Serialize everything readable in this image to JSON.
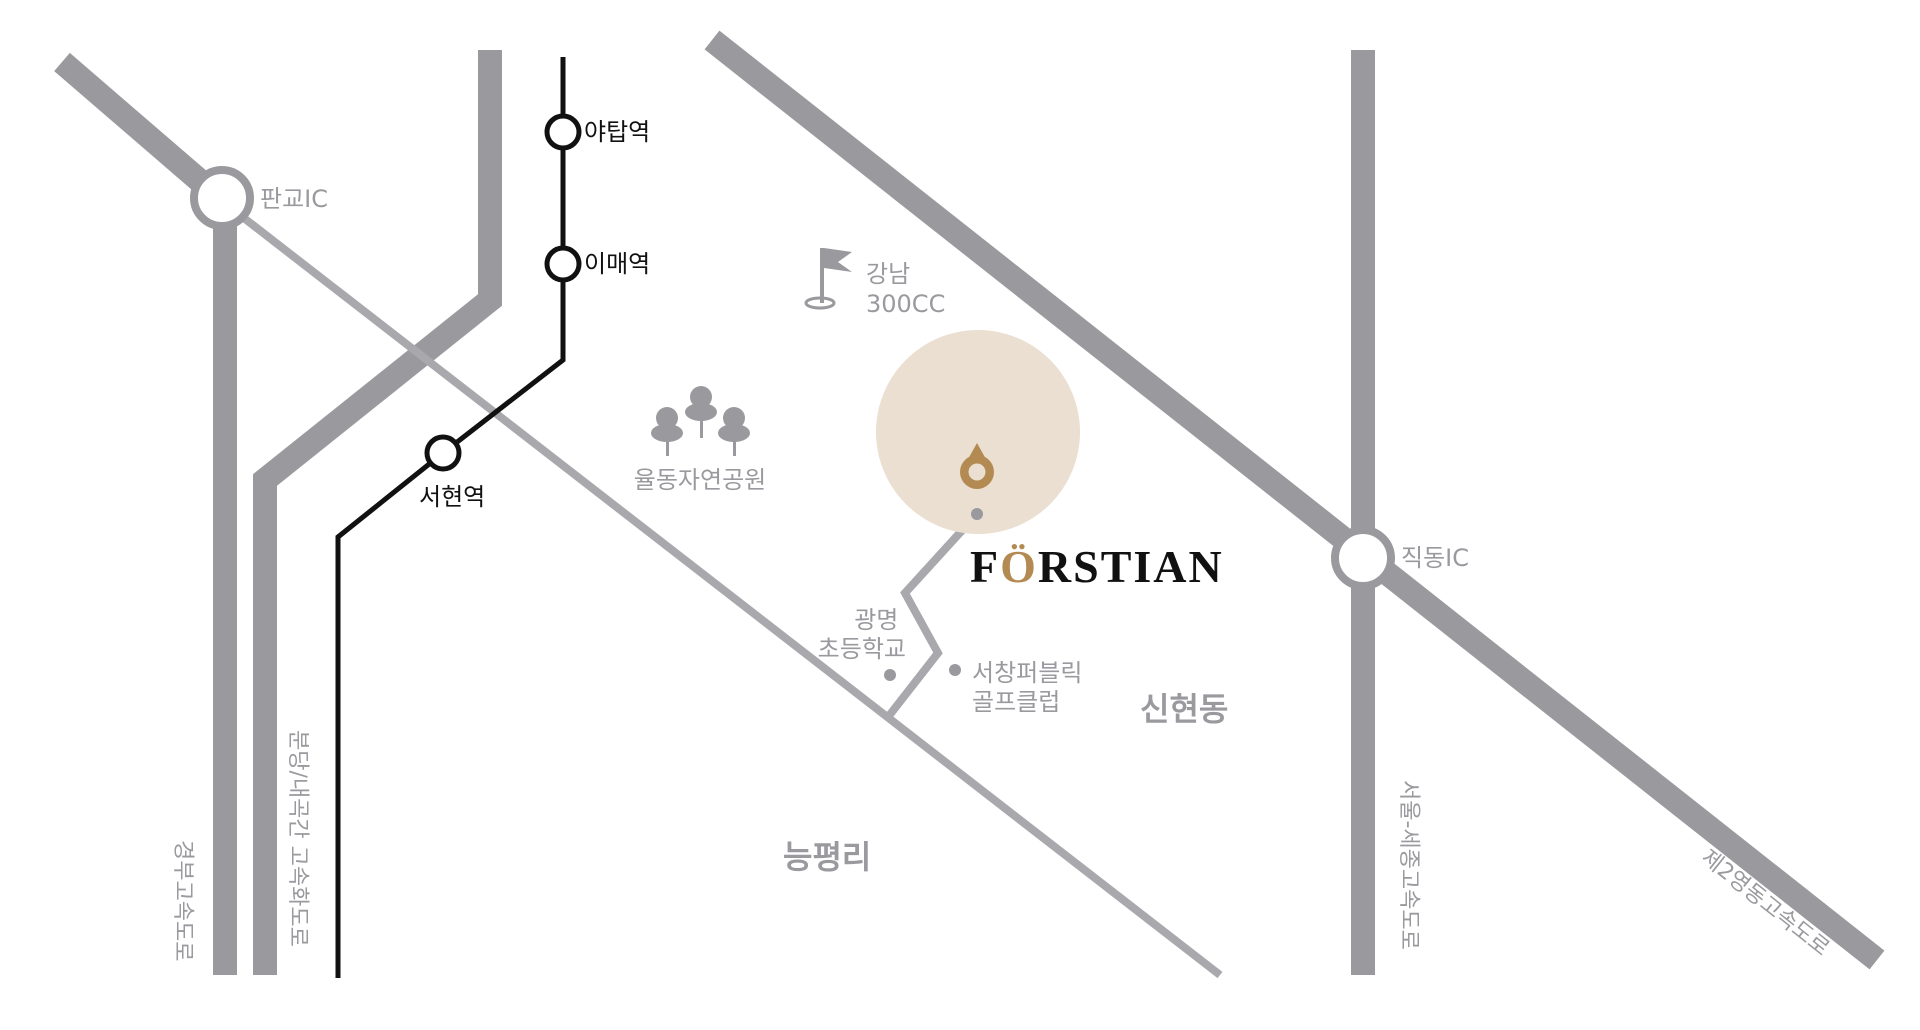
{
  "colors": {
    "road": "#9a999e",
    "local_road": "#a9a8ad",
    "subway": "#111111",
    "highlight_circle": "#eadfd1",
    "pin": "#b38a52",
    "background": "#ffffff"
  },
  "brand": {
    "name_f": "F",
    "name_o": "Ö",
    "name_rest": "RSTIAN"
  },
  "subway_stations": {
    "yatap": "야탑역",
    "imae": "이매역",
    "seohyeon": "서현역"
  },
  "interchanges": {
    "pangyo": "판교IC",
    "jikdong": "직동IC"
  },
  "roads": {
    "gyeongbu": "경부고속도로",
    "bundang_naegok": "분당/내곡간 고속화도로",
    "seoul_sejong": "서울-세종고속도로",
    "second_yeongdong": "제2영동고속도로"
  },
  "landmarks": {
    "golf_line1": "강남",
    "golf_line2": "300CC",
    "park": "율동자연공원",
    "school_line1": "광명",
    "school_line2": "초등학교",
    "golf_club_line1": "서창퍼블릭",
    "golf_club_line2": "골프클럽"
  },
  "districts": {
    "sinhyeon": "신현동",
    "neungpyeong": "능평리"
  },
  "icons": {
    "golf": "golf-flag-icon",
    "park": "trees-icon",
    "pin": "location-pin-icon"
  }
}
